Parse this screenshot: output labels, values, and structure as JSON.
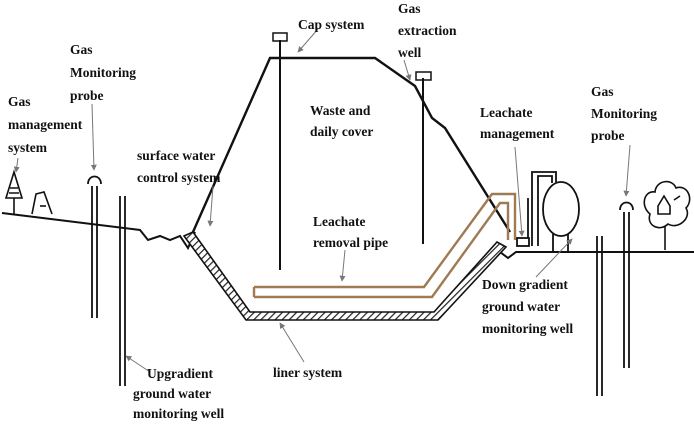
{
  "labels": {
    "cap_system": "Cap system",
    "gas_extraction_well": [
      "Gas",
      "extraction",
      "well"
    ],
    "waste_daily_cover": [
      "Waste and",
      "daily cover"
    ],
    "leachate_management": [
      "Leachate",
      "management"
    ],
    "gas_monitoring_probe_left": [
      "Gas",
      "Monitoring",
      "probe"
    ],
    "gas_monitoring_probe_right": [
      "Gas",
      "Monitoring",
      "probe"
    ],
    "gas_management_system": [
      "Gas",
      "management",
      "system"
    ],
    "surface_water_control": [
      "surface water",
      "control system"
    ],
    "leachate_removal_pipe": [
      "Leachate",
      "removal pipe"
    ],
    "liner_system": "liner system",
    "upgradient_well": [
      "Upgradient",
      "ground water",
      "monitoring well"
    ],
    "down_gradient_well": [
      "Down gradient",
      "ground water",
      "monitoring well"
    ]
  },
  "colors": {
    "line": "#111111",
    "pipe": "#a07a52",
    "hatch": "#222222",
    "background": "#ffffff"
  }
}
